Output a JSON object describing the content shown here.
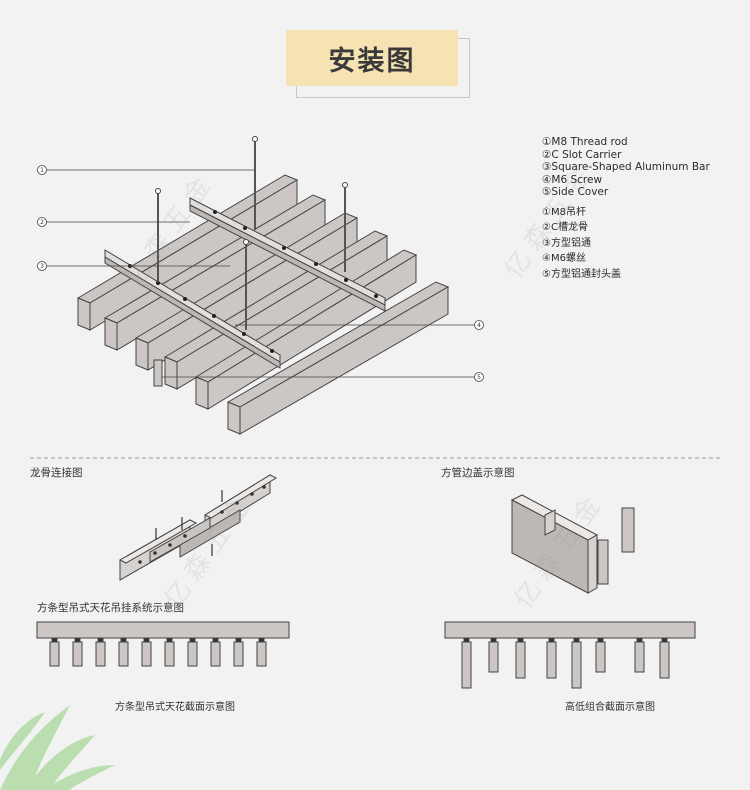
{
  "title": "安装图",
  "legend": [
    "①M8 Thread rod",
    "②C Slot Carrier",
    "③Square-Shaped Aluminum Bar",
    "④M6 Screw",
    "⑤Side Cover",
    "①M8吊杆",
    "②C槽龙骨",
    "③方型铝通",
    "④M6螺丝",
    "⑤方型铝通封头盖"
  ],
  "callouts": [
    "1",
    "2",
    "3",
    "4",
    "5"
  ],
  "sections": {
    "keel_connection": "龙骨连接图",
    "end_cap": "方管边盖示意图",
    "hanging_system": "方条型吊式天花吊挂系统示意图",
    "section_left": "方条型吊式天花截面示意图",
    "section_right": "高低组合截面示意图"
  },
  "watermark": "亿森五金",
  "colors": {
    "background": "#f2f2f2",
    "title_bg": "#f6e3b4",
    "bar_fill": "#ccc7c4",
    "line": "#444444"
  }
}
